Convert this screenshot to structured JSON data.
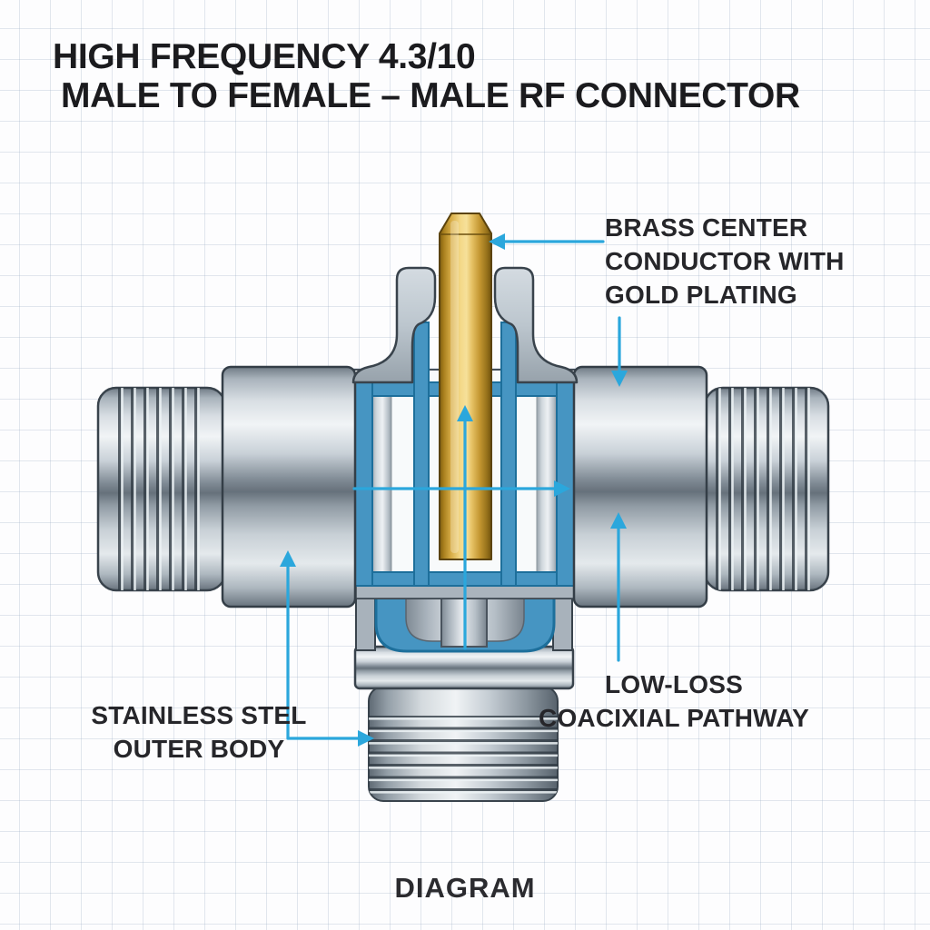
{
  "title": {
    "line1": "HIGH FREQUENCY 4.3/10",
    "line2": "MALE TO FEMALE – MALE RF CONNECTOR"
  },
  "labels": {
    "brass_center_conductor": {
      "lines": [
        "BRASS CENTER",
        "CONDUCTOR WITH",
        "GOLD PLATING"
      ]
    },
    "low_loss_pathway": {
      "lines": [
        "LOW-LOSS",
        "COACIXIAL PATHWAY"
      ]
    },
    "outer_body": {
      "lines": [
        "STAINLESS STEL",
        "OUTER BODY"
      ]
    },
    "caption": "DIAGRAM"
  },
  "colors": {
    "annotation_blue": "#2ba7dc",
    "insulator_blue": "#4695c2",
    "insulator_outline": "#1d6f9b",
    "gold": "#e3b952",
    "steel_light": "#eef1f4",
    "steel_dark": "#6d7883",
    "outline": "#39434c",
    "text": "#26262a",
    "grid_line": "#e2e8ee"
  }
}
